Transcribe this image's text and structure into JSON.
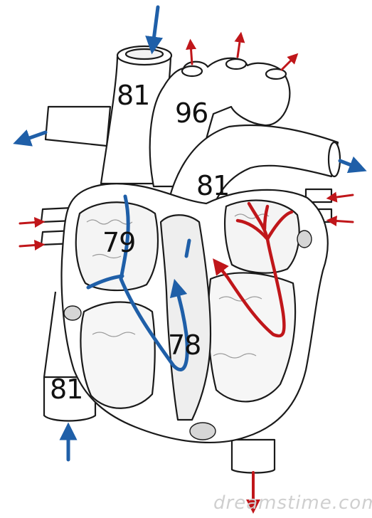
{
  "labels": {
    "superior_vena_cava": "81",
    "aorta": "96",
    "pulmonary_artery": "81",
    "right_atrium": "79",
    "right_ventricle": "78",
    "inferior_vena_cava": "81"
  },
  "watermark": "dreamstime.com",
  "colors": {
    "deoxygenated": "#1f5fa8",
    "oxygenated": "#c0161a",
    "outline": "#1a1a1a",
    "tissue": "#e4e4e4"
  }
}
